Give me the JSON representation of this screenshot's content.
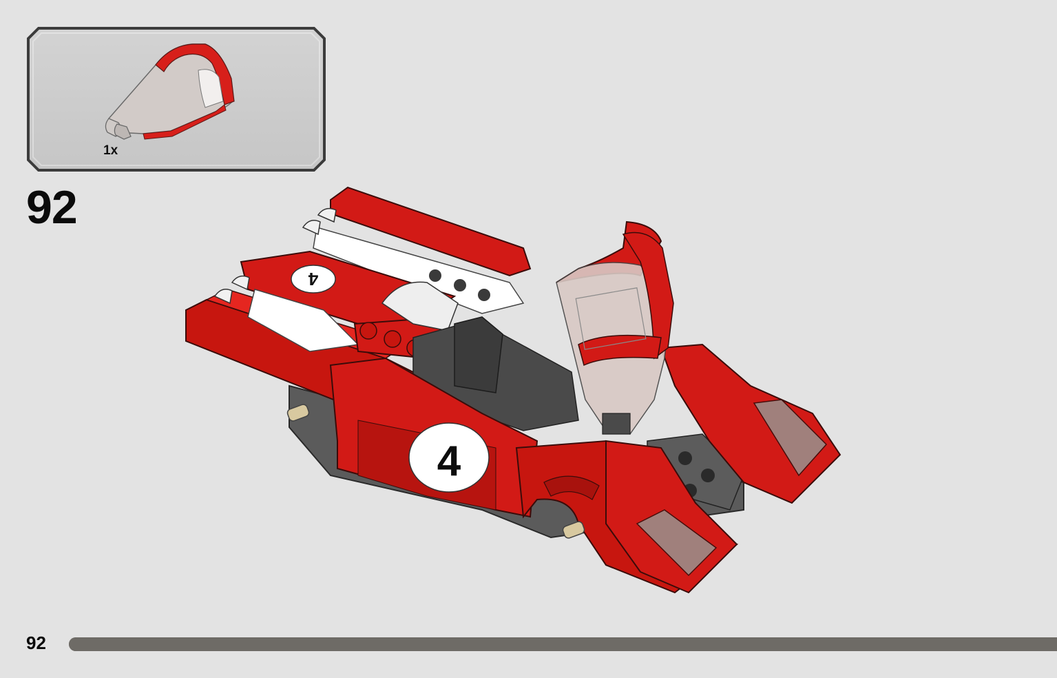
{
  "parts_callout": {
    "quantity_label": "1x",
    "part_icon": "windscreen-canopy-icon",
    "part_colors": {
      "frame": "#d71f1a",
      "glass": "#c9c2bf"
    }
  },
  "step": {
    "number": "92"
  },
  "model": {
    "icon": "red-race-car-model-icon",
    "racing_number": "4",
    "body_color": "#d21a16"
  },
  "footer": {
    "page_number": "92",
    "progress": 1.0
  }
}
